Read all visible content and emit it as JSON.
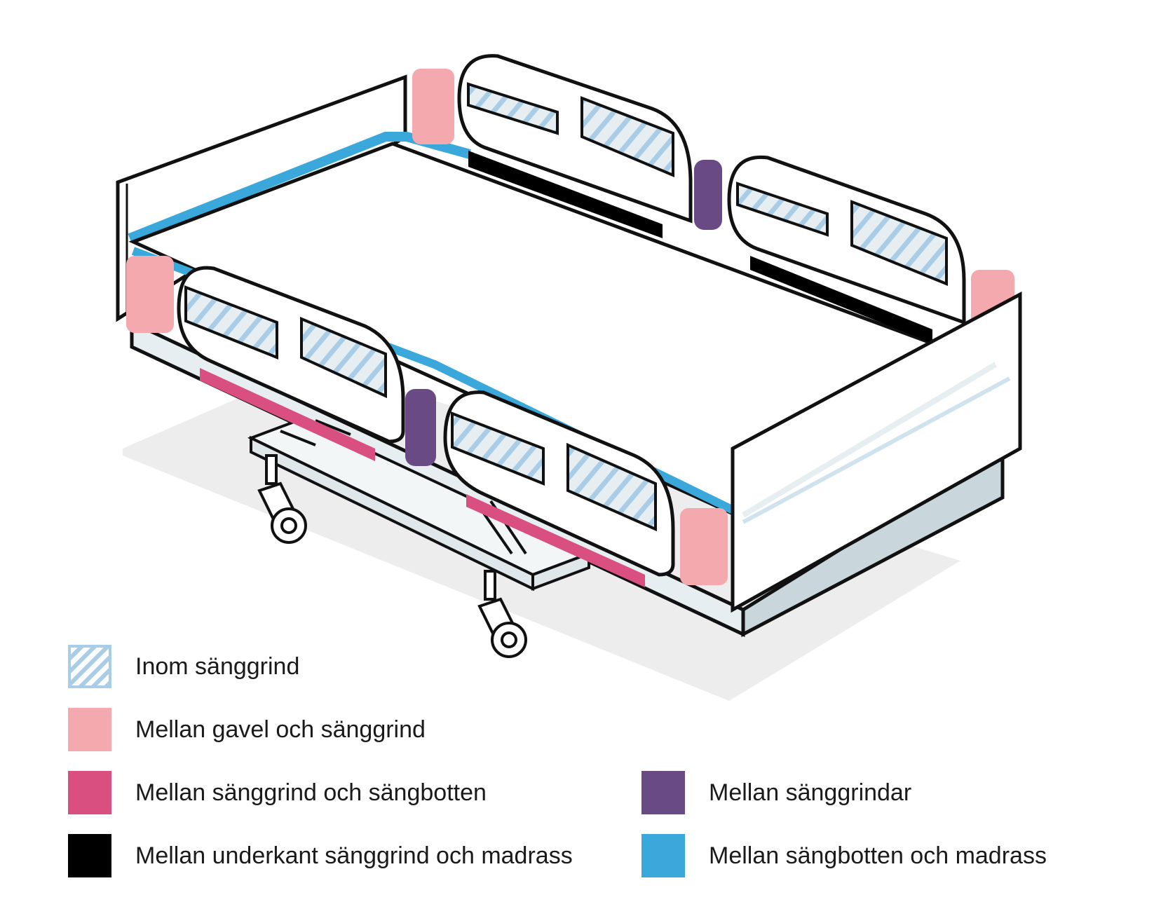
{
  "colors": {
    "hatch": "#a9cde6",
    "gavel_grind": "#f4a9ae",
    "grind_botten": "#d94f80",
    "underkant": "#000000",
    "grindar": "#694a84",
    "botten_madrass": "#3aa8db",
    "outline": "#111111",
    "shadow": "#ededed",
    "frame_side": "#e6eef1",
    "frame_side_dark": "#c9d7dc"
  },
  "legend": [
    {
      "id": "inom",
      "label": "Inom sänggrind",
      "swatch": "hatch",
      "icon": "hatched-square-icon"
    },
    {
      "id": "gavel",
      "label": "Mellan gavel och sänggrind",
      "swatch": "gavel_grind",
      "icon": "pink-square-icon"
    },
    {
      "id": "botten",
      "label": "Mellan sänggrind och sängbotten",
      "swatch": "grind_botten",
      "icon": "magenta-square-icon"
    },
    {
      "id": "underkant",
      "label": "Mellan underkant sänggrind och madrass",
      "swatch": "underkant",
      "icon": "black-square-icon"
    },
    {
      "id": "grindar",
      "label": "Mellan sänggrindar",
      "swatch": "grindar",
      "icon": "purple-square-icon"
    },
    {
      "id": "madrass",
      "label": "Mellan sängbotten och madrass",
      "swatch": "botten_madrass",
      "icon": "blue-square-icon"
    }
  ]
}
